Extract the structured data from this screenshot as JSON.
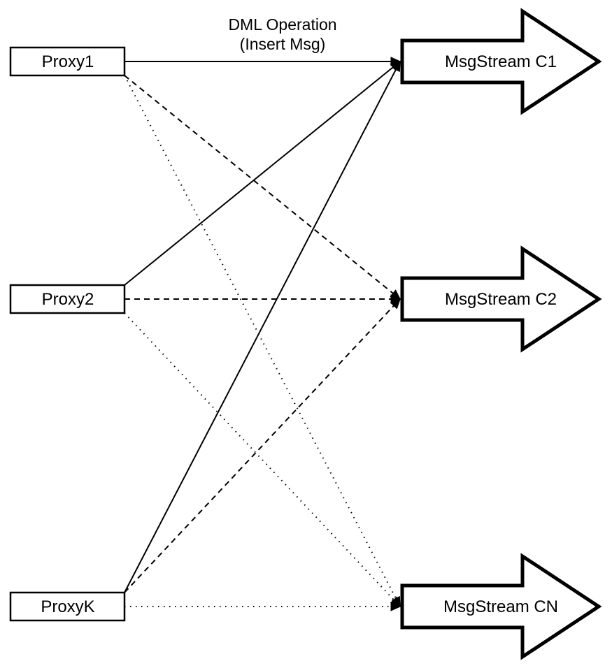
{
  "diagram": {
    "annotation": {
      "line1": "DML Operation",
      "line2": "(Insert Msg)"
    },
    "proxies": [
      {
        "id": "proxy1",
        "label": "Proxy1"
      },
      {
        "id": "proxy2",
        "label": "Proxy2"
      },
      {
        "id": "proxyk",
        "label": "ProxyK"
      }
    ],
    "streams": [
      {
        "id": "c1",
        "label": "MsgStream C1"
      },
      {
        "id": "c2",
        "label": "MsgStream C2"
      },
      {
        "id": "cn",
        "label": "MsgStream CN"
      }
    ],
    "connections": [
      {
        "from": "proxy1",
        "to": "c1",
        "style": "solid"
      },
      {
        "from": "proxy2",
        "to": "c1",
        "style": "solid"
      },
      {
        "from": "proxyk",
        "to": "c1",
        "style": "solid"
      },
      {
        "from": "proxy1",
        "to": "c2",
        "style": "dashed"
      },
      {
        "from": "proxy2",
        "to": "c2",
        "style": "dashed"
      },
      {
        "from": "proxyk",
        "to": "c2",
        "style": "dashed"
      },
      {
        "from": "proxy1",
        "to": "cn",
        "style": "dotted"
      },
      {
        "from": "proxy2",
        "to": "cn",
        "style": "dotted"
      },
      {
        "from": "proxyk",
        "to": "cn",
        "style": "dotted"
      }
    ],
    "colors": {
      "stroke": "#000000",
      "fill": "#ffffff",
      "background": "#ffffff"
    }
  }
}
